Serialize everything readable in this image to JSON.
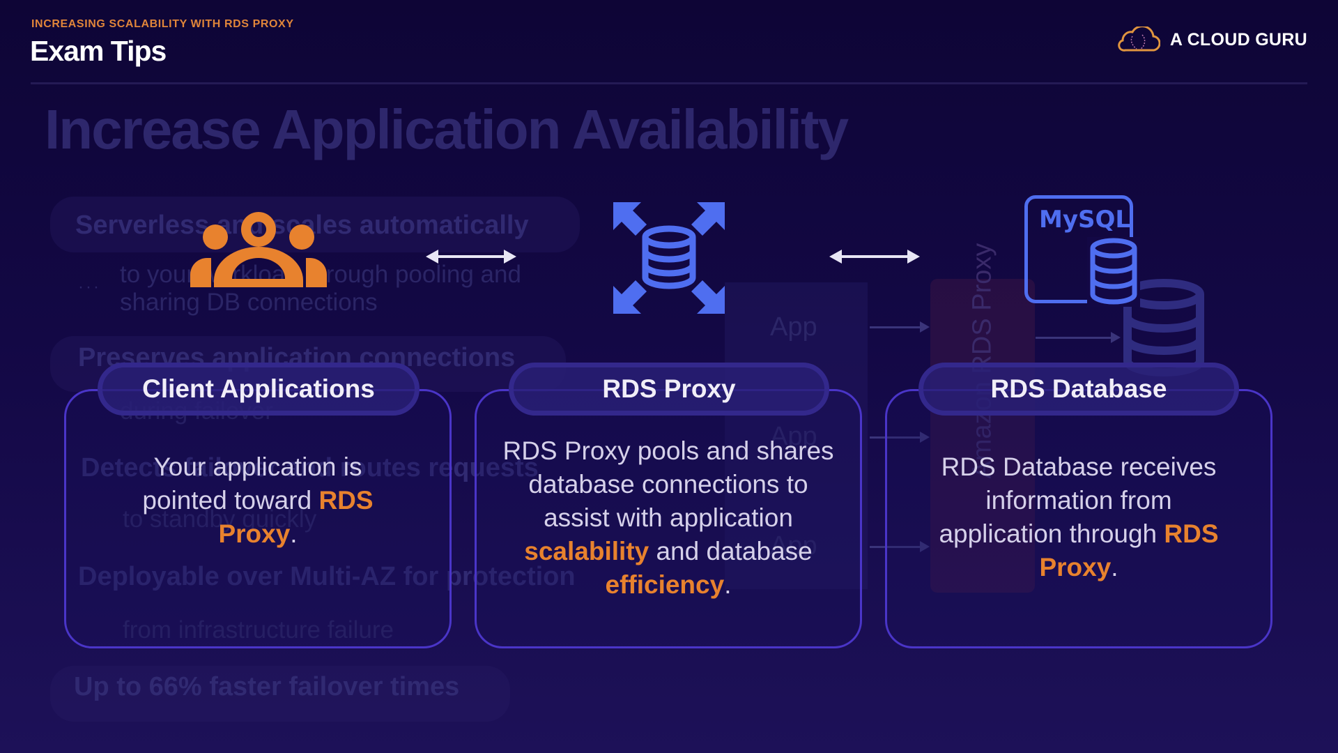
{
  "header": {
    "kicker": "INCREASING SCALABILITY WITH RDS PROXY",
    "title": "Exam Tips",
    "brand": "A CLOUD GURU"
  },
  "colors": {
    "background": "#130845",
    "accent_orange": "#e8822e",
    "icon_blue": "#4f6ef0",
    "card_border": "#4a35c8"
  },
  "background_slide": {
    "title": "Increase Application Availability",
    "points": [
      {
        "heading": "Serverless and scales automatically",
        "detail_1": "to your workload through pooling and",
        "detail_2": "sharing DB connections"
      },
      {
        "heading": "Preserves application connections",
        "detail_1": "during failover"
      },
      {
        "heading": "Detects failover and routes requests",
        "detail_1": "to standby quickly"
      },
      {
        "heading": "Deployable over Multi-AZ for protection",
        "detail_1": "from infrastructure failure"
      },
      {
        "heading": "Up to 66% faster failover times"
      }
    ],
    "diagram": {
      "app_labels": [
        "App",
        "App",
        "App"
      ],
      "proxy_label": "Amazon RDS Proxy",
      "dots": "···"
    }
  },
  "icons": {
    "client": "users-group-icon",
    "proxy": "rds-proxy-icon",
    "database": "mysql-database-icon",
    "database_label": "MySQL"
  },
  "cards": [
    {
      "title": "Client Applications",
      "text_1": "Your application is pointed toward ",
      "highlight_1": "RDS Proxy",
      "text_2": "."
    },
    {
      "title": "RDS Proxy",
      "text_1": "RDS Proxy pools and shares database connections to assist with application ",
      "highlight_1": "scalability",
      "text_2": " and database ",
      "highlight_2": "efficiency",
      "text_3": "."
    },
    {
      "title": "RDS Database",
      "text_1": "RDS Database receives information from application through ",
      "highlight_1": "RDS Proxy",
      "text_2": "."
    }
  ]
}
